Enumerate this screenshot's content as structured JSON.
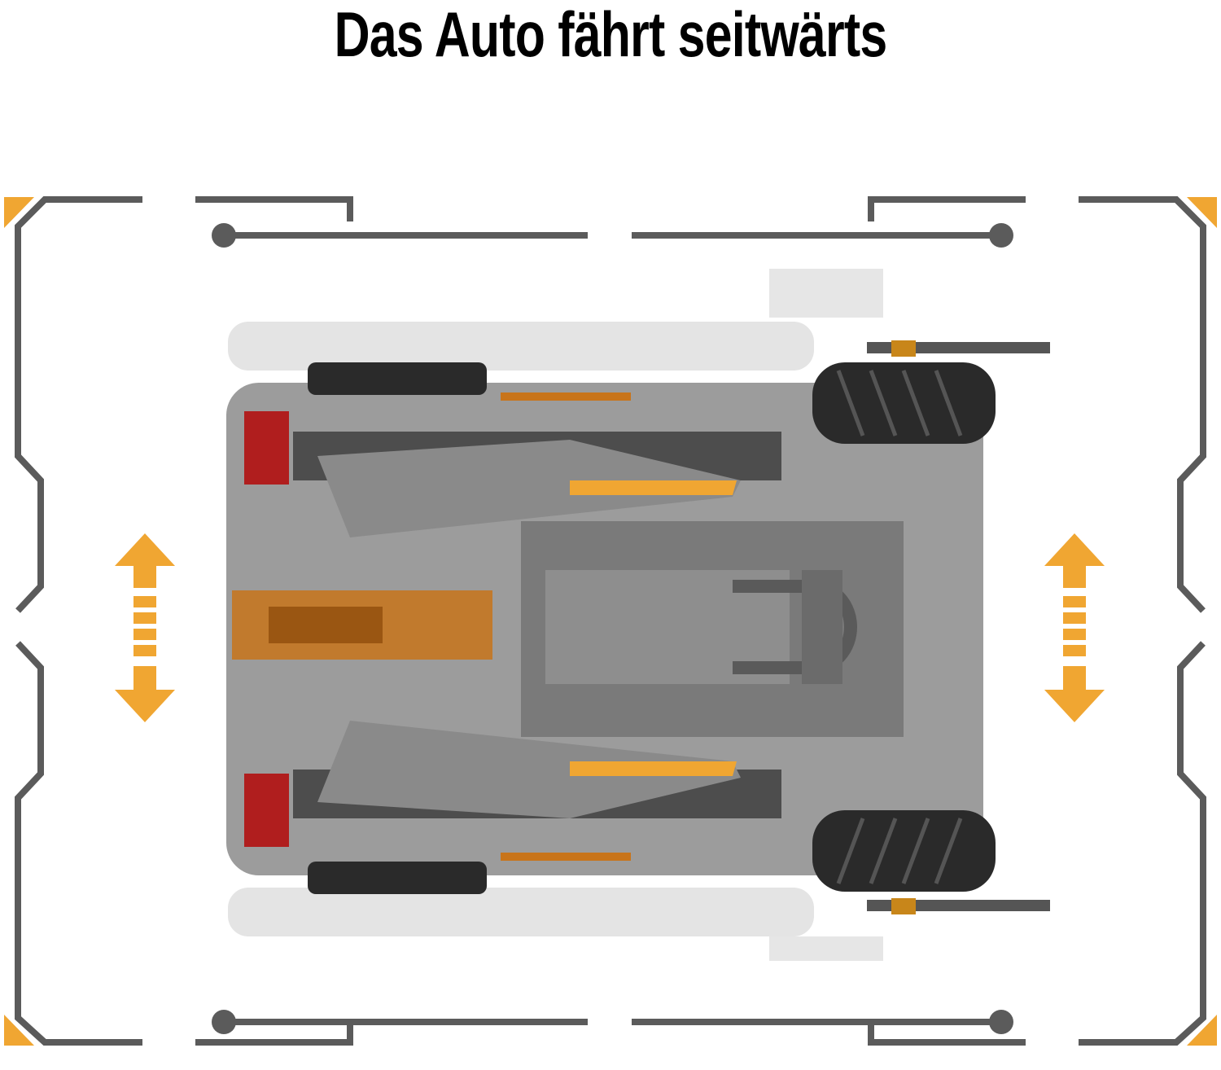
{
  "title": "Das Auto fährt seitwärts",
  "colors": {
    "frame": "#5b5b5b",
    "accent": "#f0a632",
    "body": "#9a9a9a",
    "dark": "#4a4a4a",
    "wheel": "#2a2a2a",
    "transparent_orange": "#c8741a",
    "red": "#b01e1e"
  },
  "icons": [
    "double-arrow-vertical-left",
    "double-arrow-vertical-right",
    "corner-triangle"
  ]
}
